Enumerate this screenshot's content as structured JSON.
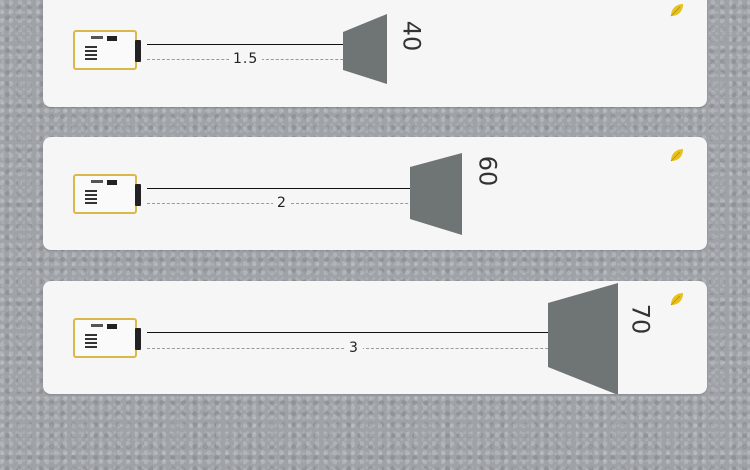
{
  "rows": [
    {
      "distance": "1.5",
      "size": "40"
    },
    {
      "distance": "2",
      "size": "60"
    },
    {
      "distance": "3",
      "size": "70"
    }
  ],
  "colors": {
    "card": "#f6f6f6",
    "screen": "#6f7475",
    "projector_trim": "#d9b94a",
    "leaf": "#e8c21c"
  },
  "icons": [
    "projector-icon",
    "leaf-icon"
  ]
}
